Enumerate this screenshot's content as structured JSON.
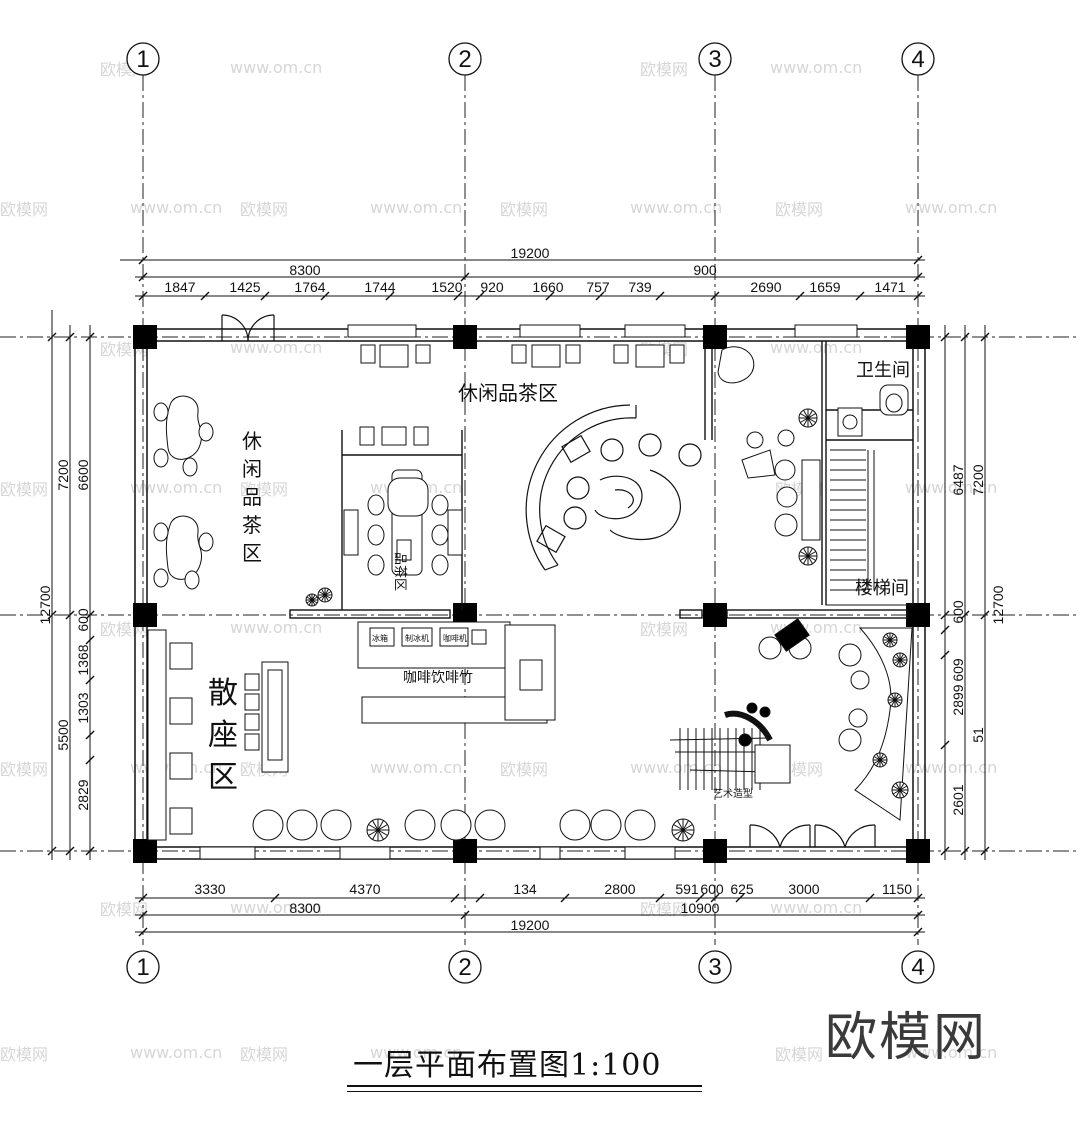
{
  "axes": {
    "top": [
      "1",
      "2",
      "3",
      "4"
    ],
    "bottom": [
      "1",
      "2",
      "3",
      "4"
    ]
  },
  "dims_top": {
    "overall": "19200",
    "sub_left": "8300",
    "sub_right": "900",
    "segments": [
      "1847",
      "1425",
      "1764",
      "1744",
      "1520",
      "920",
      "1660",
      "757",
      "739",
      "2690",
      "1659",
      "1471"
    ]
  },
  "dims_bottom": {
    "segments": [
      "3330",
      "4370",
      "134",
      "2800",
      "591",
      "600",
      "625",
      "3000",
      "1150"
    ],
    "sub_left": "8300",
    "sub_right": "10900",
    "overall": "19200"
  },
  "dims_left": [
    "12700",
    "7200",
    "6600",
    "600",
    "1368",
    "1303",
    "5500",
    "2829"
  ],
  "dims_right": [
    "6487",
    "7200",
    "600",
    "609",
    "2899",
    "51",
    "2601",
    "12700"
  ],
  "rooms": {
    "leisure_tea_top": "休闲品茶区",
    "leisure_tea_left": [
      "休",
      "闲",
      "品",
      "茶",
      "区"
    ],
    "tea_center": "品茶区",
    "toilet": "卫生间",
    "stair": "楼梯间",
    "seating": [
      "散",
      "座",
      "区"
    ],
    "coffee": "咖啡饮啡竹",
    "art": "艺术造型",
    "appliances": [
      "冰箱",
      "制冰机",
      "咖啡机"
    ]
  },
  "watermark": "欧模网",
  "watermark_url": "www.om.cn",
  "title": "一层平面布置图1:100"
}
